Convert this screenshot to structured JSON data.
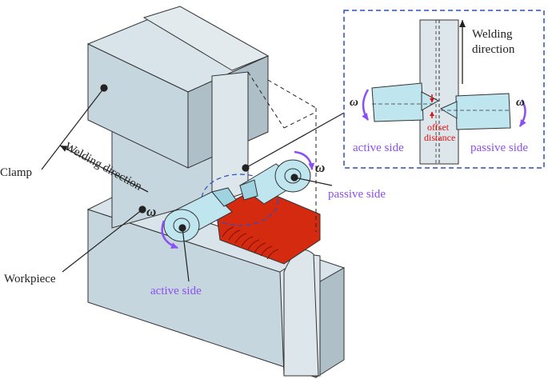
{
  "labels": {
    "clamp": "Clamp",
    "welding_direction_main": "Welding direction",
    "workpiece": "Workpiece",
    "active_side_main": "active side",
    "passive_side_main": "passive side",
    "omega_main_left": "ω",
    "omega_main_right": "ω"
  },
  "inset": {
    "welding_direction_line1": "Welding",
    "welding_direction_line2": "direction",
    "active_side": "active side",
    "passive_side": "passive side",
    "offset_line1": "offset",
    "offset_line2": "distance",
    "omega_left": "ω",
    "omega_right": "ω"
  },
  "colors": {
    "block_face": "#c6d6de",
    "block_top": "#d8e4ea",
    "block_side": "#aebfc8",
    "light_face": "#dde6ea",
    "tool": "#bfe6ef",
    "weld": "#d42a10",
    "inset_border": "#2b4fc4",
    "annotation": "#8a4ff5",
    "offset": "#e01010"
  }
}
